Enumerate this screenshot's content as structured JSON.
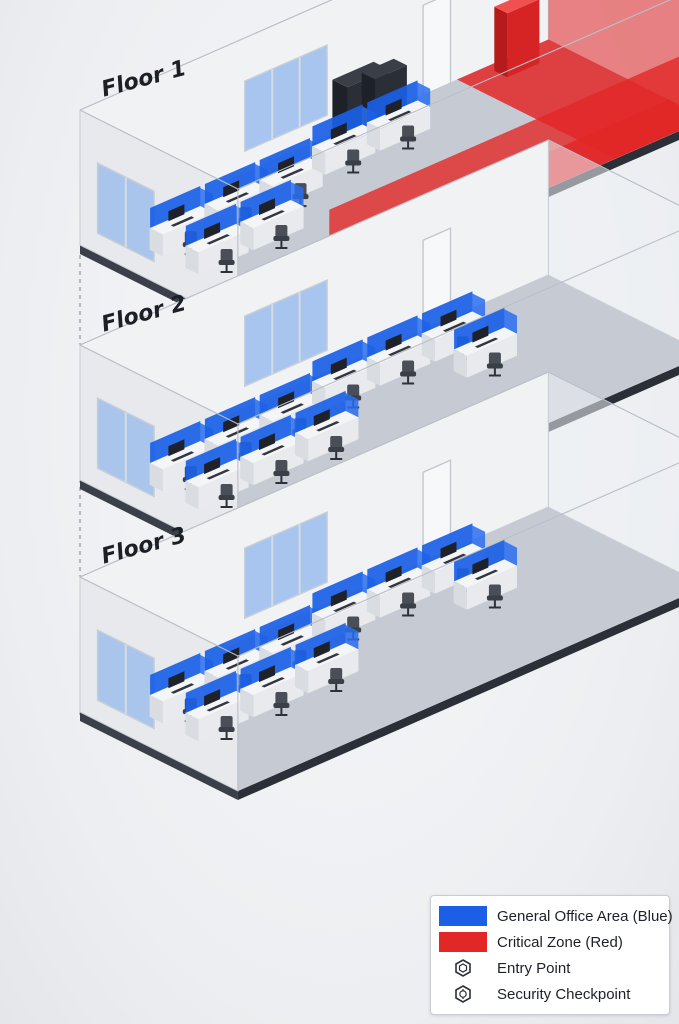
{
  "floors": [
    {
      "label": "Floor 1",
      "critical_zone": true
    },
    {
      "label": "Floor 2",
      "critical_zone": false
    },
    {
      "label": "Floor 3",
      "critical_zone": false
    }
  ],
  "legend": {
    "items": [
      {
        "type": "swatch",
        "label": "General Office Area (Blue)",
        "color": "#1a5fe6"
      },
      {
        "type": "swatch",
        "label": "Critical Zone (Red)",
        "color": "#e22727"
      },
      {
        "type": "icon",
        "label": "Entry Point",
        "icon": "entry-point-icon"
      },
      {
        "type": "icon",
        "label": "Security Checkpoint",
        "icon": "security-checkpoint-icon"
      }
    ]
  },
  "colors": {
    "office_blue": "#1a5fe6",
    "critical_red": "#e22727",
    "floor_slab": "#2b2f38",
    "floor_surface": "#c6cbd3"
  }
}
